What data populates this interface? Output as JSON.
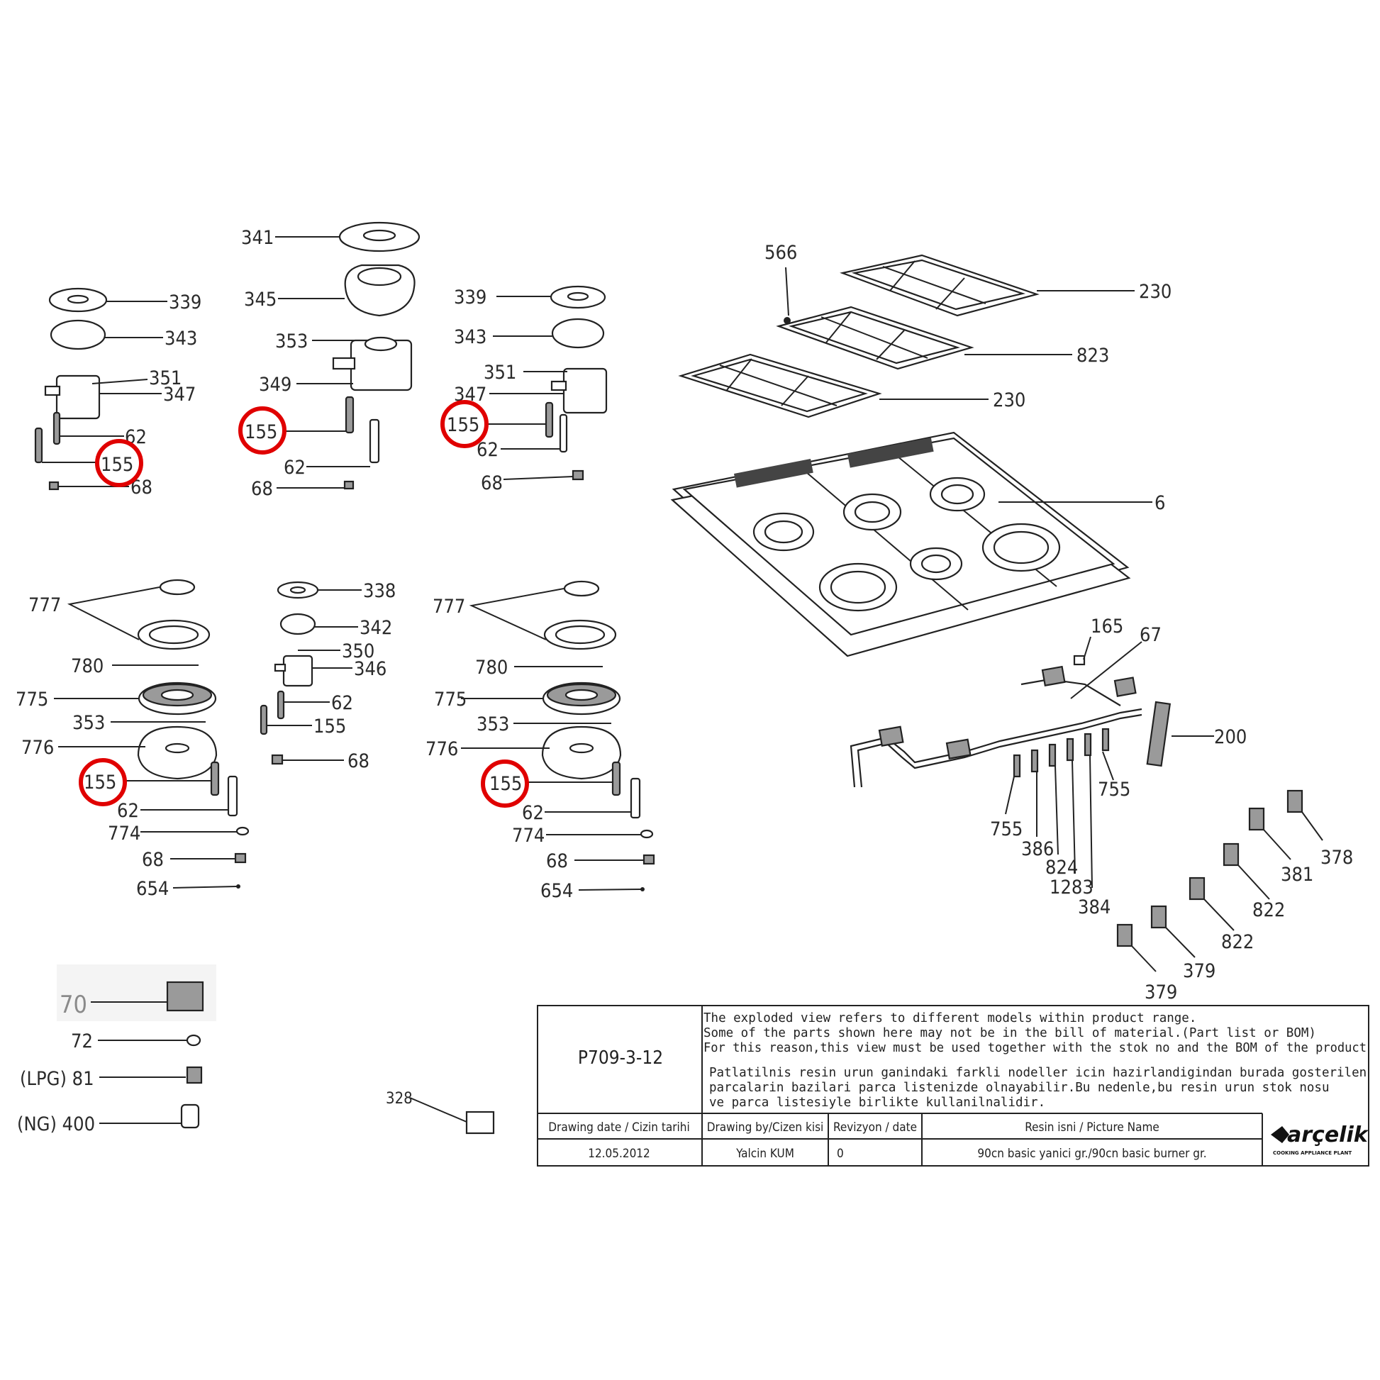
{
  "highlight_color": "#e00000",
  "labels": {
    "l341": "341",
    "l345": "345",
    "l353a": "353",
    "l349": "349",
    "l155b": "155",
    "l62b": "62",
    "l68b": "68",
    "l339a": "339",
    "l343a": "343",
    "l351a": "351",
    "l347a": "347",
    "l62a": "62",
    "l155a": "155",
    "l68a": "68",
    "l339c": "339",
    "l343c": "343",
    "l351c": "351",
    "l347c": "347",
    "l155c": "155",
    "l62c": "62",
    "l68c": "68",
    "l777a": "777",
    "l780a": "780",
    "l775a": "775",
    "l353b": "353",
    "l776a": "776",
    "l155d": "155",
    "l62d": "62",
    "l774a": "774",
    "l68d": "68",
    "l654a": "654",
    "l338": "338",
    "l342": "342",
    "l350": "350",
    "l346": "346",
    "l62e": "62",
    "l155e": "155",
    "l68e": "68",
    "l777b": "777",
    "l780b": "780",
    "l775b": "775",
    "l353c": "353",
    "l776b": "776",
    "l155f": "155",
    "l62f": "62",
    "l774b": "774",
    "l68f": "68",
    "l654b": "654",
    "l566": "566",
    "l230a": "230",
    "l823": "823",
    "l230b": "230",
    "l6": "6",
    "l165": "165",
    "l67": "67",
    "l200": "200",
    "l755a": "755",
    "l755b": "755",
    "l386": "386",
    "l824": "824",
    "l1283": "1283",
    "l384": "384",
    "l378": "378",
    "l381": "381",
    "l822a": "822",
    "l822b": "822",
    "l379a": "379",
    "l379b": "379",
    "l70": "70",
    "l72": "72",
    "l81": "(LPG) 81",
    "l400": "(NG) 400",
    "l328": "328"
  },
  "title_block": {
    "code": "P709-3-12",
    "notes_en": [
      "The exploded view refers to different models within product range.",
      "Some of the parts shown here may not be in the bill of material.(Part list or BOM)",
      "For this reason,this view must be used together with the stok no and the BOM of the product"
    ],
    "notes_tr": [
      "Patlatilnis resin urun ganindaki farkli nodeller icin hazirlandigindan burada gosterilen",
      "parcalarin bazilari parca listenizde olnayabilir.Bu nedenle,bu resin urun stok nosu",
      "ve parca listesiyle birlikte kullanilnalidir."
    ],
    "headers": {
      "date": "Drawing date / Cizin tarihi",
      "by": "Drawing by/Cizen kisi",
      "rev": "Revizyon / date",
      "name": "Resin isni / Picture Name"
    },
    "values": {
      "date": "12.05.2012",
      "by": "Yalcin KUM",
      "rev": "0",
      "name": "90cn basic yanici gr./90cn basic burner gr."
    },
    "brand": "arçelik",
    "brand_sub": "COOKING APPLIANCE PLANT"
  }
}
